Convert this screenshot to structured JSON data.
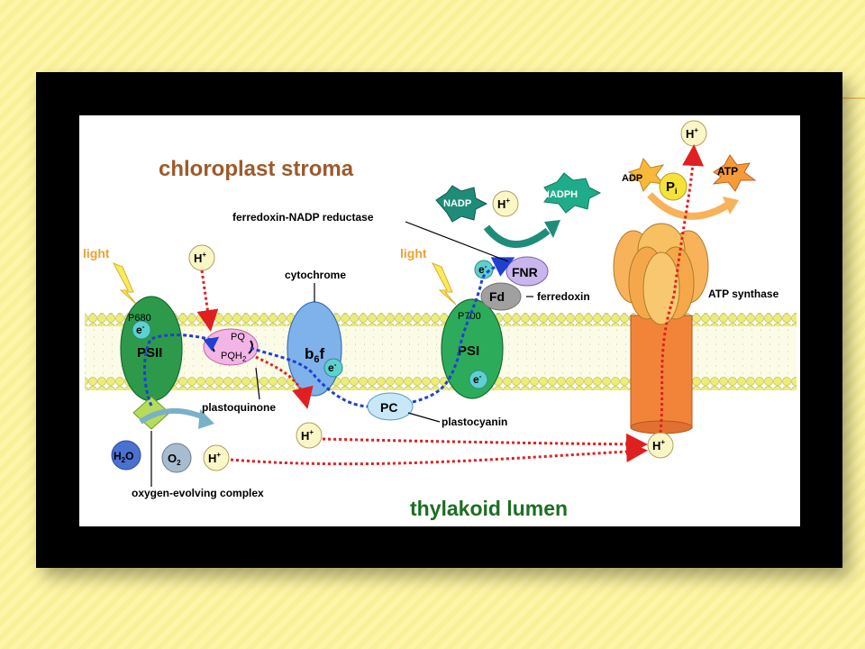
{
  "labels": {
    "stroma": "chloroplast stroma",
    "lumen": "thylakoid lumen",
    "light_left": "light",
    "light_right": "light",
    "ferredoxin_nadp_reductase": "ferredoxin-NADP reductase",
    "cytochrome": "cytochrome",
    "plastoquinone": "plastoquinone",
    "plastocyanin": "plastocyanin",
    "ferredoxin": "ferredoxin",
    "atp_synthase": "ATP synthase",
    "oec": "oxygen-evolving complex",
    "p680": "P680",
    "p700": "P700",
    "psii": "PSII",
    "psi": "PSI",
    "b6f_main": "b",
    "b6f_sub": "6",
    "b6f_end": "f",
    "pq": "PQ",
    "pqh2_main": "PQH",
    "pqh2_sub": "2",
    "pc": "PC",
    "fd": "Fd",
    "fnr": "FNR",
    "nadp": "NADP",
    "nadph": "NADPH",
    "adp": "ADP",
    "atp": "ATP",
    "pi_main": "P",
    "pi_sub": "i",
    "h2o_h": "H",
    "h2o_sub": "2",
    "h2o_o": "O",
    "o2_main": "O",
    "o2_sub": "2",
    "h_plus": "H",
    "plus": "+",
    "e_minus": "e",
    "minus": "-"
  },
  "colors": {
    "stroma_text": "#9c5a2a",
    "lumen_text": "#1c6e24",
    "light_text": "#f0a030",
    "psii_fill": "#2c9a4a",
    "psi_fill": "#2cac5a",
    "cyt_fill": "#7fb2ea",
    "pq_fill": "#f3b4e6",
    "pc_fill": "#c8e8f8",
    "fd_fill": "#a0a0a0",
    "fnr_fill": "#c9b6ec",
    "membrane_head": "#ecec7a",
    "proton_fill": "#fbf6c6",
    "atp_fill": "#f79a3a",
    "adp_fill": "#f7b93a",
    "pi_fill": "#f7e23a",
    "nadp_fill": "#1f8c7a",
    "atpsynth_top": "#f7b25a",
    "atpsynth_stalk": "#f2843a"
  }
}
